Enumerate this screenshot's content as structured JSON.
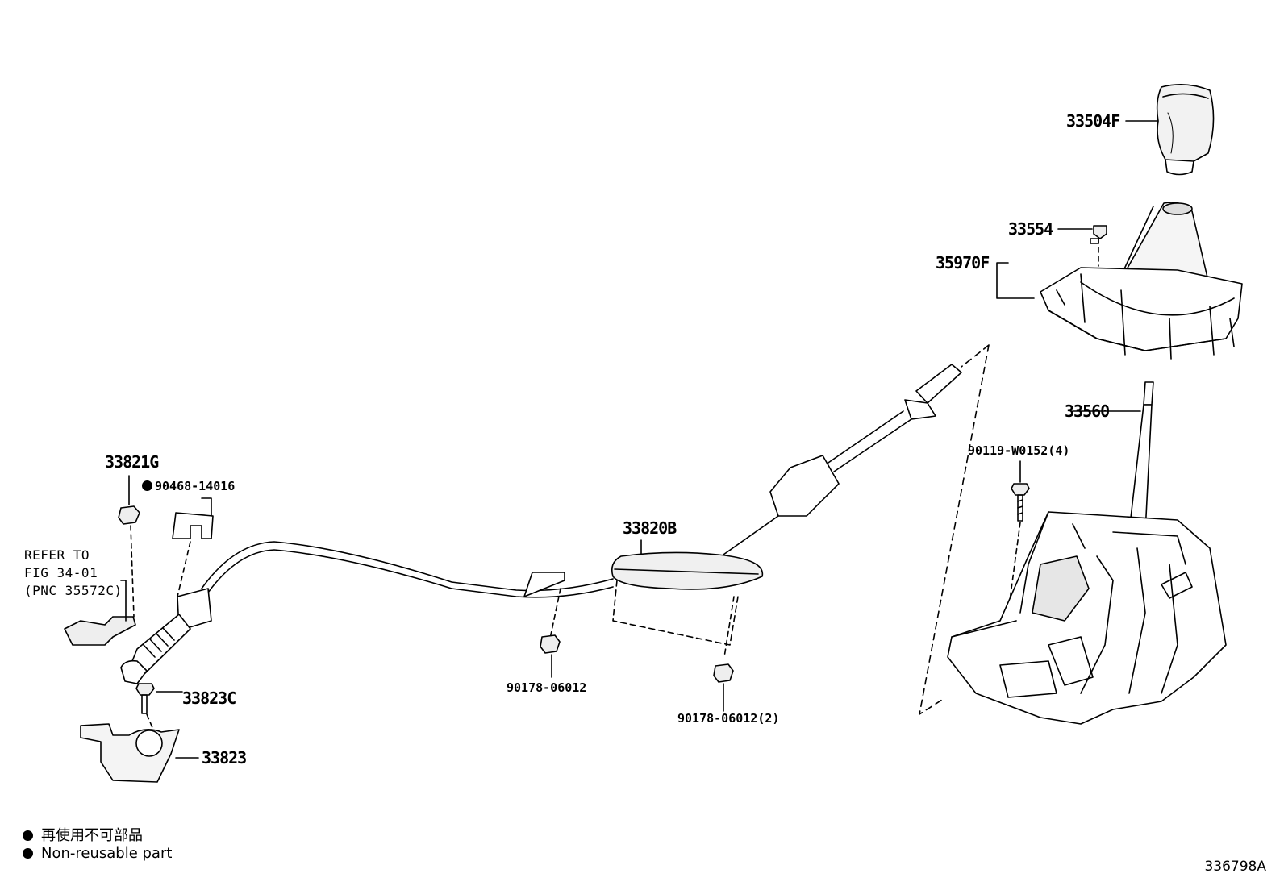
{
  "parts": {
    "p33504f": "33504F",
    "p33554": "33554",
    "p35970f": "35970F",
    "p33560": "33560",
    "p90119": "90119-W0152(4)",
    "p33820b": "33820B",
    "p90178a": "90178-06012",
    "p90178b": "90178-06012(2)",
    "p33821g": "33821G",
    "p90468": "90468-14016",
    "p33823c": "33823C",
    "p33823": "33823"
  },
  "refer": {
    "line1": "REFER TO",
    "line2": "FIG 34-01",
    "line3": "(PNC 35572C)"
  },
  "legend": {
    "japanese": "再使用不可部品",
    "english": "Non-reusable part"
  },
  "figure_code": "336798A"
}
